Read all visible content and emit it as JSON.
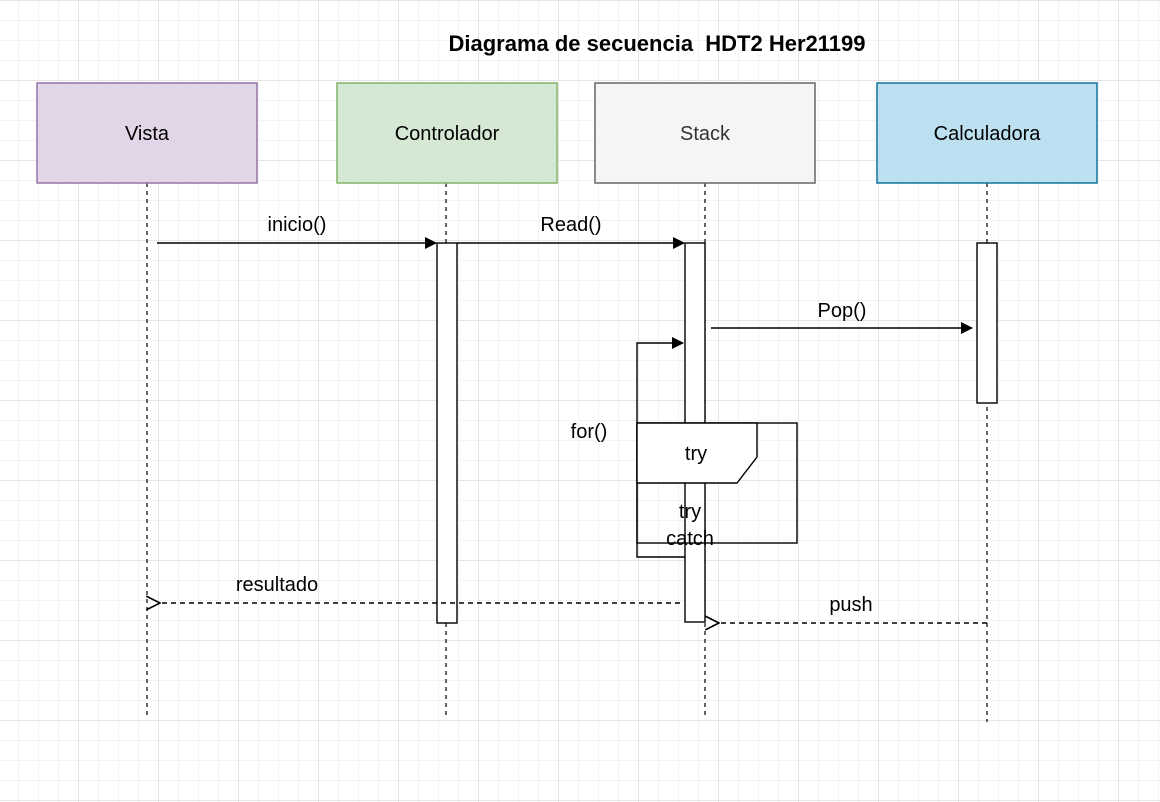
{
  "title": "Diagrama de secuencia  HDT2 Her21199",
  "participants": [
    {
      "id": "vista",
      "label": "Vista",
      "fill": "#e1d5e7",
      "stroke": "#9673a6",
      "text_color": "#000000"
    },
    {
      "id": "controlador",
      "label": "Controlador",
      "fill": "#d5e8d4",
      "stroke": "#82b366",
      "text_color": "#000000"
    },
    {
      "id": "stack",
      "label": "Stack",
      "fill": "#f5f5f5",
      "stroke": "#666666",
      "text_color": "#333333"
    },
    {
      "id": "calculadora",
      "label": "Calculadora",
      "fill": "#bde0f0",
      "stroke": "#10739e",
      "text_color": "#000000"
    }
  ],
  "messages": [
    {
      "id": "inicio",
      "label": "inicio()",
      "from": "vista",
      "to": "controlador",
      "kind": "sync"
    },
    {
      "id": "read",
      "label": "Read()",
      "from": "controlador",
      "to": "stack",
      "kind": "sync"
    },
    {
      "id": "pop",
      "label": "Pop()",
      "from": "stack",
      "to": "calculadora",
      "kind": "sync"
    },
    {
      "id": "resultado",
      "label": "resultado",
      "from": "stack",
      "to": "vista",
      "kind": "return"
    },
    {
      "id": "push",
      "label": "push",
      "from": "calculadora",
      "to": "stack",
      "kind": "return"
    }
  ],
  "loop": {
    "label": "for()"
  },
  "fragment": {
    "label": "try",
    "label_inner": "try",
    "label_bottom": "catch"
  }
}
